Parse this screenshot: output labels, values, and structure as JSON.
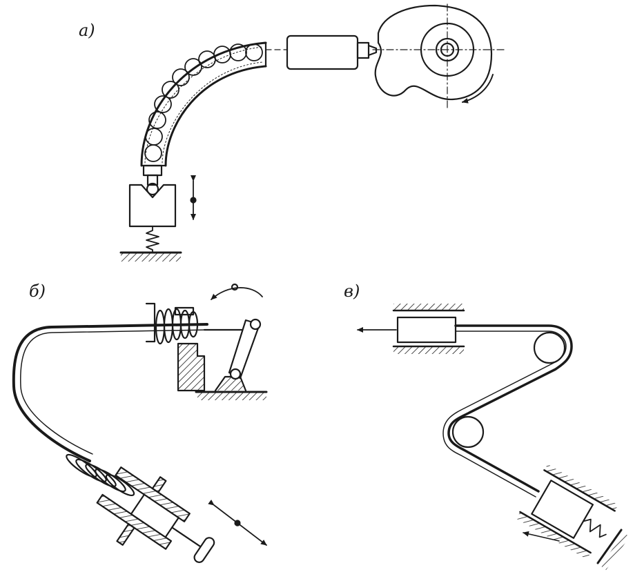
{
  "figure": {
    "panels": [
      {
        "id": "a",
        "label": "а)"
      },
      {
        "id": "b",
        "label": "б)"
      },
      {
        "id": "c",
        "label": "в)"
      }
    ],
    "ink_color": "#1a1a1a",
    "paper_color": "#ffffff"
  }
}
